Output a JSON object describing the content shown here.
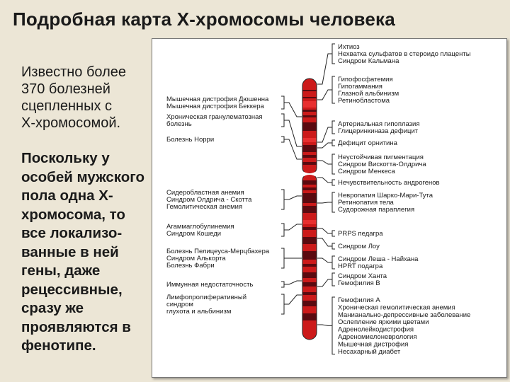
{
  "title": "Подробная карта Х-хромосомы человека",
  "intro_lines": [
    "Известно более",
    "370 болезней",
    "сцепленных с",
    "Х-хромосомой."
  ],
  "explanation_lines": [
    "Поскольку у",
    "особей мужского",
    "пола одна Х-",
    "хромосома, то",
    "все локализо-",
    "ванные в ней",
    "гены, даже",
    "рецессивные,",
    "сразу же",
    "проявляются в",
    "фенотипе."
  ],
  "diagram": {
    "chromosome_colors": {
      "main": "#cc1a1a",
      "dark_band": "#5a0a10",
      "light_band": "#e83030",
      "outline": "#222222"
    },
    "left_groups": [
      {
        "lines": [
          "Мышечная дистрофия Дюшенна",
          "Мышечная дистрофия Беккера"
        ]
      },
      {
        "lines": [
          "Хроническая гранулематозная",
          "болезнь"
        ]
      },
      {
        "lines": [
          "Болезнь Норри"
        ]
      },
      {
        "lines": [
          "Сидеробластная анемия",
          "Синдром Олдрича - Скотта",
          "Гемолитическая анемия"
        ]
      },
      {
        "lines": [
          "Агаммаглобулинемия",
          "Синдром Кошеди"
        ]
      },
      {
        "lines": [
          "Болезнь Пелицеуса-Мерцбахера",
          "Синдром Алькорта",
          "Болезнь Фабри"
        ]
      },
      {
        "lines": [
          "Иммунная недостаточность"
        ]
      },
      {
        "lines": [
          "Лимфопролиферативный",
          "синдром",
          "глухота и альбинизм"
        ]
      }
    ],
    "right_groups": [
      {
        "lines": [
          "Ихтиоз",
          "Нехватка сульфатов в стероидо плаценты",
          "Синдром Кальмана"
        ]
      },
      {
        "lines": [
          "Гипофосфатемия",
          "Гипогаммания",
          "Глазной альбинизм",
          "Ретинобластома"
        ]
      },
      {
        "lines": [
          "Артериальная гипоплазия",
          "Глицеринкиназа дефицит"
        ]
      },
      {
        "lines": [
          "Дефицит орнитина"
        ]
      },
      {
        "lines": [
          "Неустойчивая пигментация",
          "Синдром Вискотта-Олдрича",
          "Синдром Менкеса"
        ]
      },
      {
        "lines": [
          "Нечувствительность андрогенов"
        ]
      },
      {
        "lines": [
          "Невропатия Шарко-Мари-Тута",
          "Ретинопатия тела",
          "Судорожная параплегия"
        ]
      },
      {
        "lines": [
          "PRPS педагра"
        ]
      },
      {
        "lines": [
          "Синдром Лоу"
        ]
      },
      {
        "lines": [
          "Синдром Леша - Найхана",
          "HPRT подагра"
        ]
      },
      {
        "lines": [
          "Синдром Ханта",
          "Гемофилия В"
        ]
      },
      {
        "lines": [
          "Гемофилия А",
          "Хроническая гемолитическая анемия",
          "Манианально-депрессивные заболевание",
          "Ослепление яркими цветами",
          "Адренолейкодистрофия",
          "Адреномиелоневрология",
          "Мышечная дистрофия",
          "Несахарный диабет"
        ]
      }
    ]
  }
}
